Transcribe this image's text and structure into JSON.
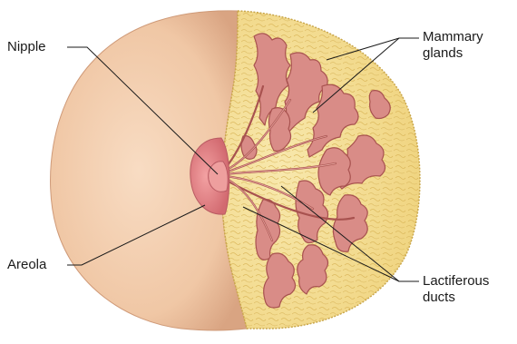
{
  "diagram": {
    "labels": {
      "nipple": "Nipple",
      "areola": "Areola",
      "mammary_line1": "Mammary",
      "mammary_line2": "glands",
      "lactiferous_line1": "Lactiferous",
      "lactiferous_line2": "ducts"
    },
    "colors": {
      "skin": "#f1cba8",
      "skin_shadow": "#dba27f",
      "fat": "#f6e39a",
      "fat_edge": "#c9a64a",
      "gland": "#d98c87",
      "gland_edge": "#a8524f",
      "areola": "#e07d82",
      "nipple": "#ec9c9b",
      "leader": "#1a1a1a"
    }
  }
}
